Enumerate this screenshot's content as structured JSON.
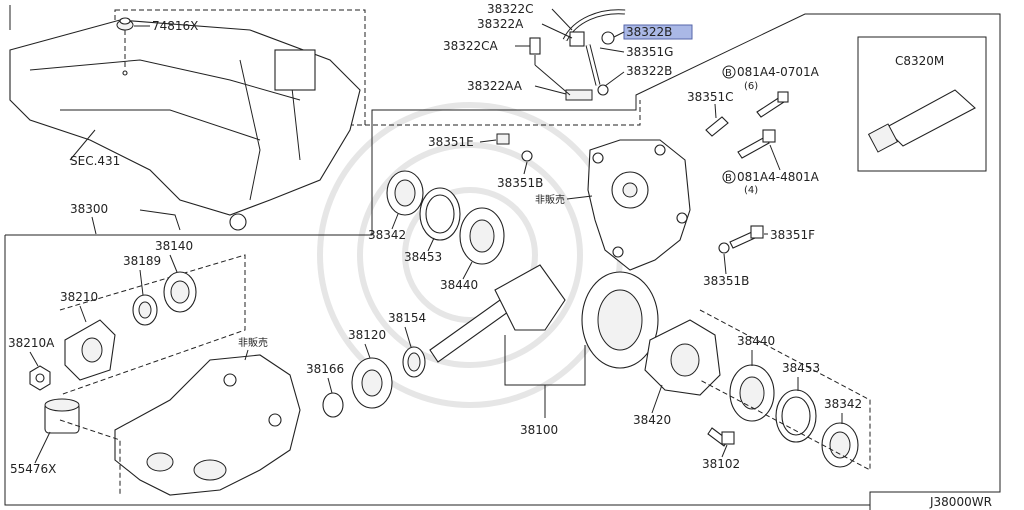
{
  "diagram_code": "J38000WR",
  "highlighted_part": "38322B",
  "not_for_sale_label": "非販売",
  "callouts": {
    "p74816X": "74816X",
    "sec431": "SEC.431",
    "p38322C": "38322C",
    "p38322A": "38322A",
    "p38322B_top": "38322B",
    "p38322CA": "38322CA",
    "p38351G": "38351G",
    "p38322B": "38322B",
    "p38322AA": "38322AA",
    "p081A4_0701A": "081A4-0701A",
    "qty6": "(6)",
    "p38351C": "38351C",
    "p38351E": "38351E",
    "p38351B_a": "38351B",
    "p081A4_4801A": "081A4-4801A",
    "qty4": "(4)",
    "p38351F": "38351F",
    "p38351B_b": "38351B",
    "p38342_a": "38342",
    "p38453_a": "38453",
    "p38440_a": "38440",
    "p38300": "38300",
    "p38140": "38140",
    "p38189": "38189",
    "p38210": "38210",
    "p38210A": "38210A",
    "p55476X": "55476X",
    "p38154": "38154",
    "p38120": "38120",
    "p38166": "38166",
    "p38100": "38100",
    "p38420": "38420",
    "p38440_b": "38440",
    "p38453_b": "38453",
    "p38342_b": "38342",
    "p38102": "38102",
    "pC8320M": "C8320M"
  },
  "colors": {
    "ink": "#222222",
    "highlight": "#aab8e6",
    "watermark": "#e6e6e6"
  }
}
